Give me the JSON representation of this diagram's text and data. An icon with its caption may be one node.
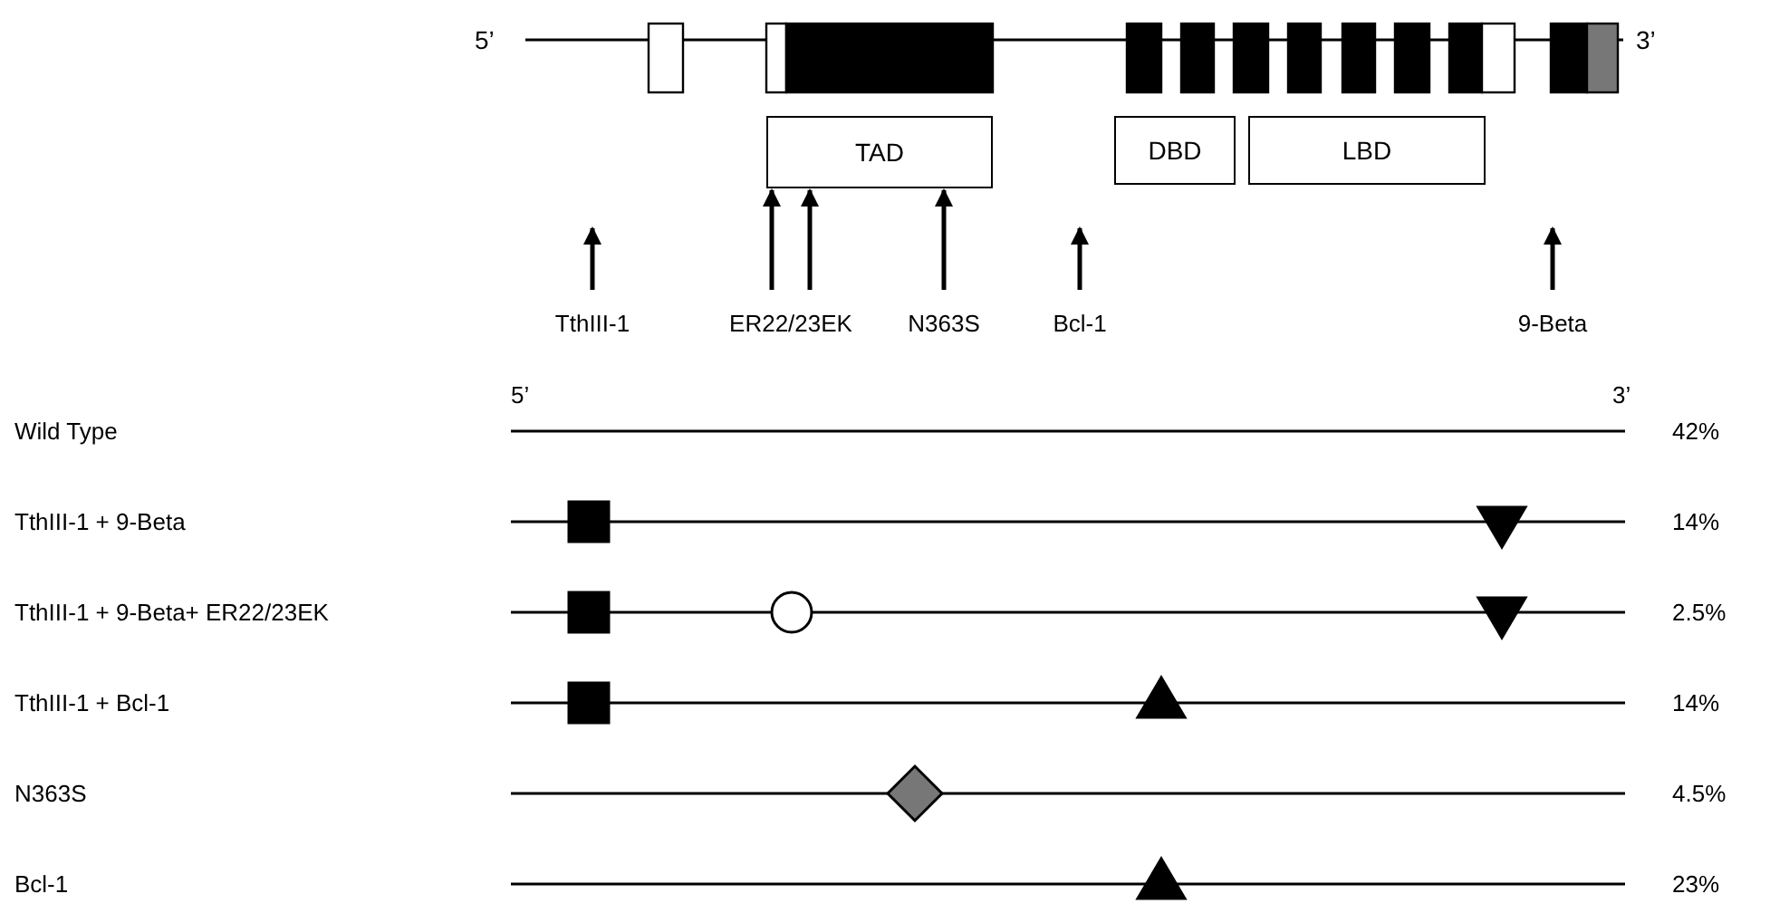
{
  "diagram": {
    "nodes": [
      {
        "text": [
          "TAD"
        ]
      },
      {
        "text": [
          "DBD"
        ]
      },
      {
        "text": [
          "LBD"
        ]
      },
      {
        "text": [
          "TthIII-1"
        ]
      },
      {
        "text": [
          "ER22/23EK"
        ]
      },
      {
        "text": [
          "N363S"
        ]
      },
      {
        "text": [
          "Bcl-1"
        ]
      },
      {
        "text": [
          "9-Beta"
        ]
      }
    ],
    "edges": [
      {
        "from": 3,
        "to": null,
        "arrow": "to"
      },
      {
        "from": 4,
        "to": 0,
        "arrow": "to"
      },
      {
        "from": 4,
        "to": 0,
        "arrow": "to"
      },
      {
        "from": 5,
        "to": 0,
        "arrow": "to"
      },
      {
        "from": 6,
        "to": null,
        "arrow": "to"
      },
      {
        "from": 7,
        "to": null,
        "arrow": "to"
      }
    ],
    "labels": [
      "5’",
      "3’",
      "5’",
      "3’",
      "Wild Type",
      "42%",
      "TthIII-1 + 9-Beta",
      "14%",
      "TthIII-1 + 9-Beta+ ER22/23EK",
      "2.5%",
      "TthIII-1 + Bcl-1",
      "14%",
      "N363S",
      "4.5%",
      "Bcl-1",
      "23%"
    ]
  }
}
